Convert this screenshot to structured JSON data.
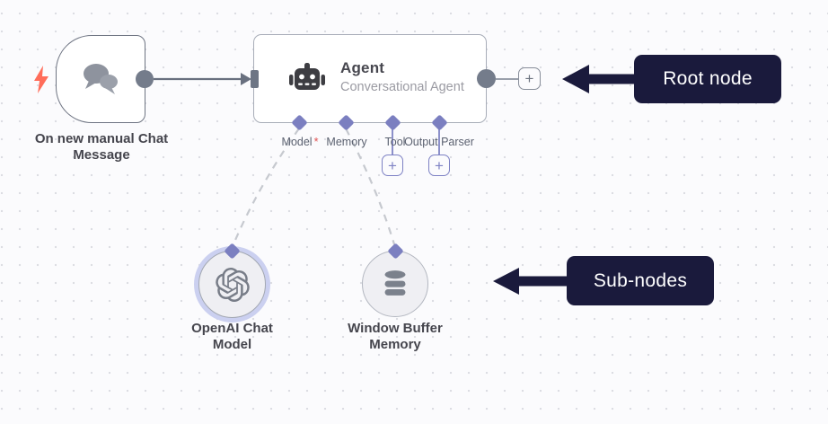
{
  "workflow": {
    "trigger": {
      "label": "On new manual Chat Message"
    },
    "agent": {
      "title": "Agent",
      "subtitle": "Conversational Agent",
      "ports": [
        {
          "label": "Model",
          "required_marker": "*"
        },
        {
          "label": "Memory"
        },
        {
          "label": "Tool"
        },
        {
          "label": "Output Parser"
        }
      ]
    },
    "sub_nodes": [
      {
        "label": "OpenAI Chat Model"
      },
      {
        "label": "Window Buffer Memory"
      }
    ]
  },
  "annotations": {
    "root": {
      "label": "Root node"
    },
    "sub": {
      "label": "Sub-nodes"
    }
  },
  "ui": {
    "plus": "+"
  },
  "colors": {
    "accent_purple": "#7b7fc0",
    "trigger_bolt": "#ff6d5a",
    "annotation_bg": "#1a1a3c",
    "connector_gray": "#69707f",
    "required_red": "#e05252",
    "node_border": "#a8adb8",
    "halo": "#cbd0f0"
  }
}
